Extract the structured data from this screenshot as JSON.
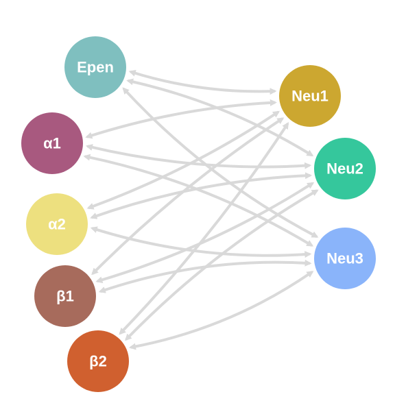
{
  "nodes": [
    {
      "id": "Epen",
      "label": "Epen",
      "color": "#7fbfbf",
      "group": "left"
    },
    {
      "id": "a1",
      "label": "α1",
      "color": "#a8597f",
      "group": "left"
    },
    {
      "id": "a2",
      "label": "α2",
      "color": "#ede07f",
      "group": "left"
    },
    {
      "id": "b1",
      "label": "β1",
      "color": "#a76b5c",
      "group": "left"
    },
    {
      "id": "b2",
      "label": "β2",
      "color": "#d0602f",
      "group": "left"
    },
    {
      "id": "Neu1",
      "label": "Neu1",
      "color": "#cca730",
      "group": "right"
    },
    {
      "id": "Neu2",
      "label": "Neu2",
      "color": "#35c79c",
      "group": "right"
    },
    {
      "id": "Neu3",
      "label": "Neu3",
      "color": "#8ab4fa",
      "group": "right"
    }
  ],
  "edges": [
    {
      "from": "Epen",
      "to": "Neu1",
      "direction": "both"
    },
    {
      "from": "Epen",
      "to": "Neu2",
      "direction": "both"
    },
    {
      "from": "Epen",
      "to": "Neu3",
      "direction": "both"
    },
    {
      "from": "a1",
      "to": "Neu1",
      "direction": "both"
    },
    {
      "from": "a1",
      "to": "Neu2",
      "direction": "both"
    },
    {
      "from": "a1",
      "to": "Neu3",
      "direction": "both"
    },
    {
      "from": "a2",
      "to": "Neu1",
      "direction": "both"
    },
    {
      "from": "a2",
      "to": "Neu2",
      "direction": "both"
    },
    {
      "from": "a2",
      "to": "Neu3",
      "direction": "both"
    },
    {
      "from": "b1",
      "to": "Neu1",
      "direction": "both"
    },
    {
      "from": "b1",
      "to": "Neu2",
      "direction": "both"
    },
    {
      "from": "b1",
      "to": "Neu3",
      "direction": "both"
    },
    {
      "from": "b2",
      "to": "Neu1",
      "direction": "both"
    },
    {
      "from": "b2",
      "to": "Neu2",
      "direction": "both"
    },
    {
      "from": "b2",
      "to": "Neu3",
      "direction": "both"
    }
  ],
  "edge_color": "#d9d9d9"
}
